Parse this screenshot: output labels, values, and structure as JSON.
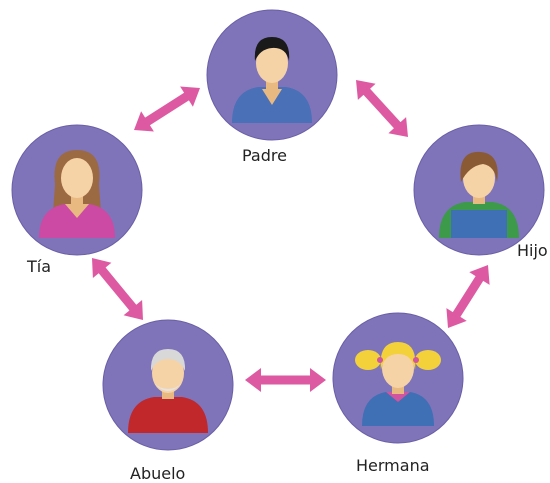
{
  "members": [
    {
      "id": "padre",
      "label": "Padre",
      "icon": "man-avatar-icon"
    },
    {
      "id": "hijo",
      "label": "Hijo",
      "icon": "boy-avatar-icon"
    },
    {
      "id": "hermana",
      "label": "Hermana",
      "icon": "girl-pigtails-avatar-icon"
    },
    {
      "id": "abuelo",
      "label": "Abuelo",
      "icon": "grandfather-avatar-icon"
    },
    {
      "id": "tia",
      "label": "Tía",
      "icon": "woman-avatar-icon"
    }
  ],
  "relations": [
    {
      "from": "tia",
      "to": "padre"
    },
    {
      "from": "padre",
      "to": "hijo"
    },
    {
      "from": "hijo",
      "to": "hermana"
    },
    {
      "from": "abuelo",
      "to": "hermana"
    },
    {
      "from": "tia",
      "to": "abuelo"
    }
  ],
  "colors": {
    "circle": "#7f74b9",
    "circle_edge": "#6a5fa6",
    "arrow": "#dd5aa2",
    "skin": "#f6d3a6",
    "skin_shade": "#e9b982"
  }
}
